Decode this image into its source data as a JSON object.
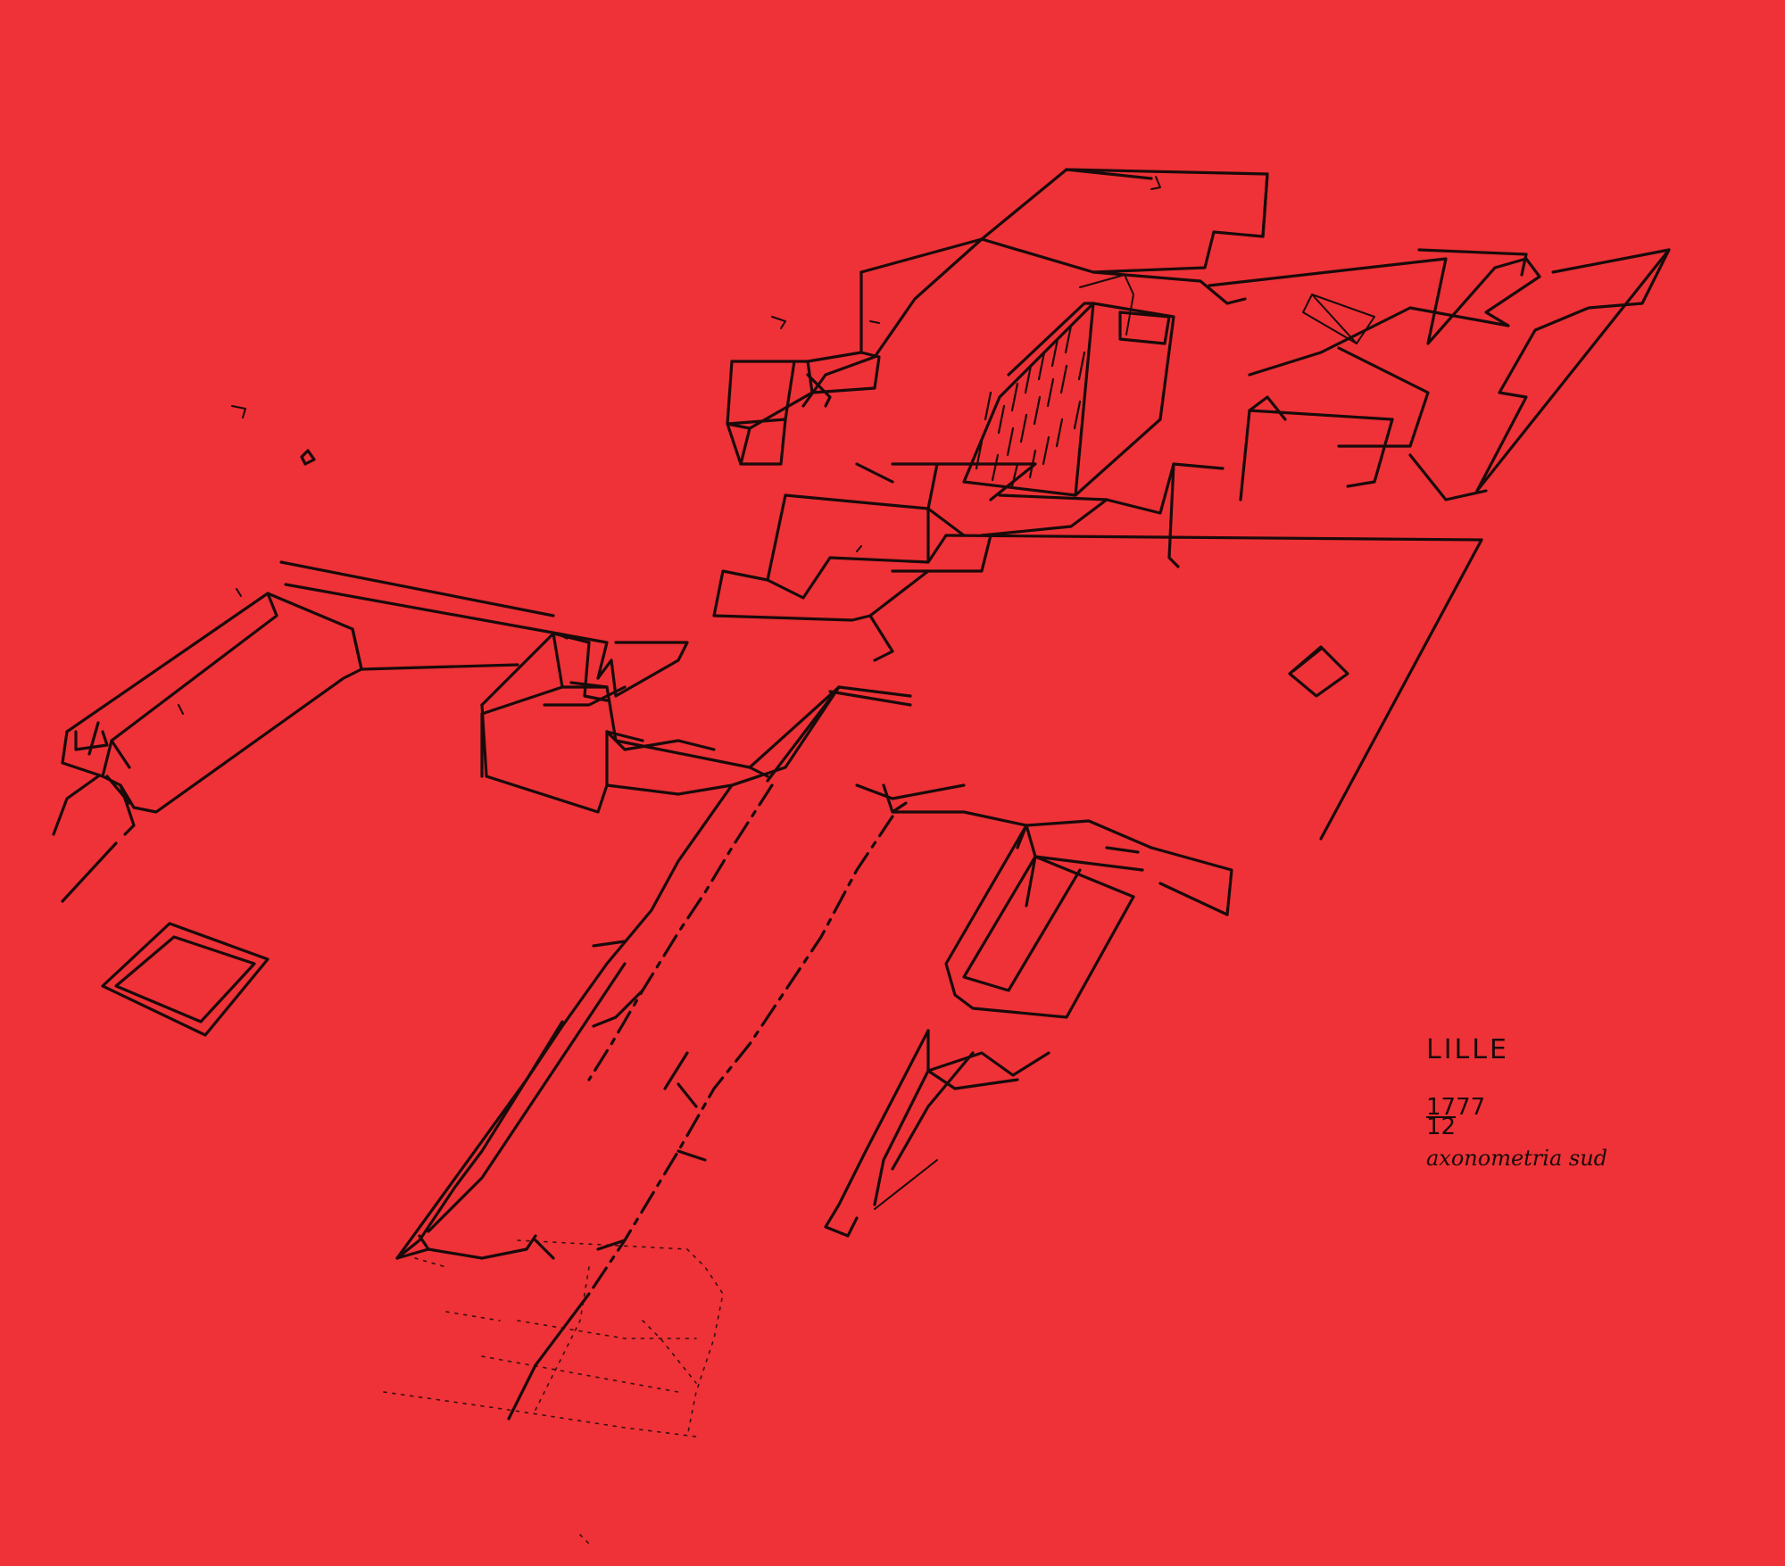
{
  "background_color": "#ee3237",
  "ink_color": "#1a0a0a",
  "annotation": {
    "place": "LILLE",
    "date_day": "17",
    "date_year": "77",
    "date_month": "12",
    "note": "axonometria sud"
  }
}
